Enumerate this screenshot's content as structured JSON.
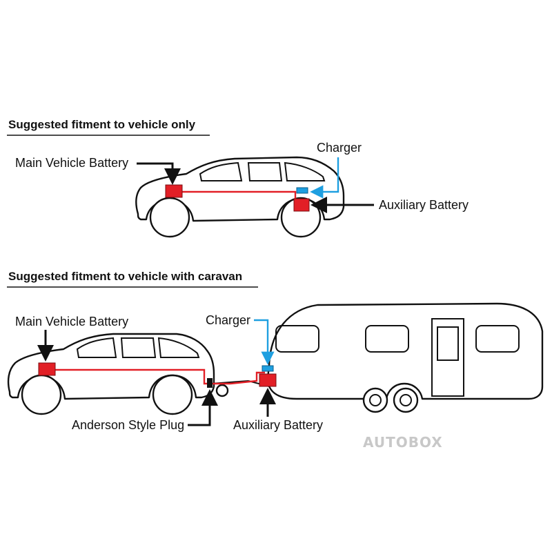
{
  "section_top": {
    "heading": "Suggested fitment to vehicle only",
    "labels": {
      "main_battery": "Main Vehicle Battery",
      "charger": "Charger",
      "aux_battery": "Auxiliary Battery"
    }
  },
  "section_bottom": {
    "heading": "Suggested fitment to vehicle with caravan",
    "labels": {
      "main_battery": "Main Vehicle Battery",
      "charger": "Charger",
      "anderson_plug": "Anderson Style Plug",
      "aux_battery": "Auxiliary Battery"
    }
  },
  "watermark": "AUTOBOX",
  "colors": {
    "battery": "#e21f26",
    "charger": "#1e9fe0",
    "wire": "#e21f26",
    "watermark": "#c8c8c8"
  }
}
